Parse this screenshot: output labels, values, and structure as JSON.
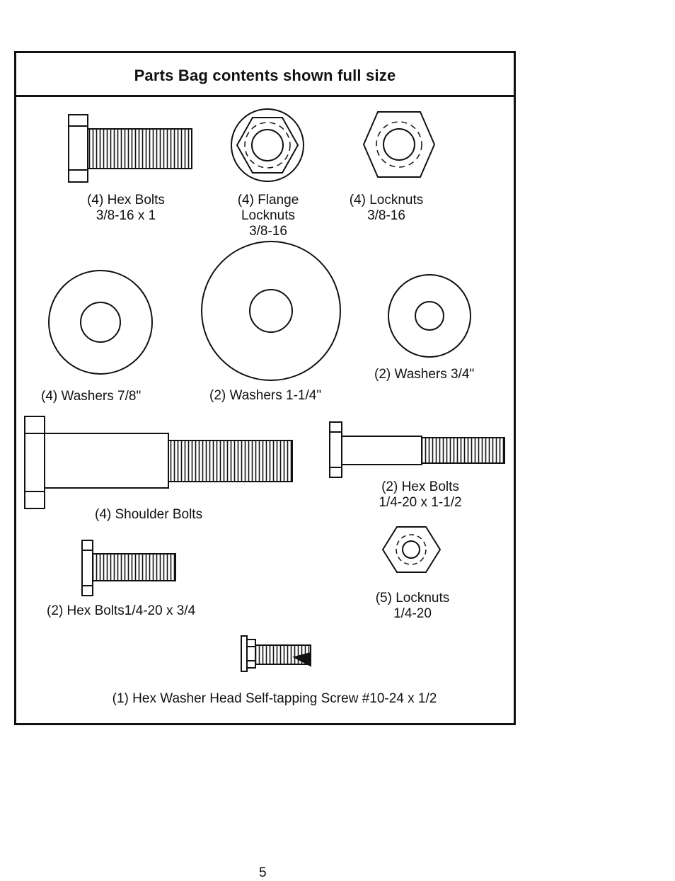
{
  "panel": {
    "title": "Parts Bag contents shown full size"
  },
  "parts": {
    "hex_bolts_38": {
      "line1": "(4) Hex Bolts",
      "line2": "3/8-16 x 1"
    },
    "flange_locknuts": {
      "line1": "(4) Flange",
      "line2": "Locknuts",
      "line3": "3/8-16"
    },
    "locknuts_38": {
      "line1": "(4) Locknuts",
      "line2": "3/8-16"
    },
    "washers_78": {
      "line1": "(4) Washers  7/8\""
    },
    "washers_114": {
      "line1": "(2) Washers 1-1/4\""
    },
    "washers_34": {
      "line1": "(2) Washers 3/4\""
    },
    "shoulder_bolts": {
      "line1": "(4) Shoulder Bolts"
    },
    "hex_bolts_14_112": {
      "line1": "(2) Hex Bolts",
      "line2": "1/4-20 x 1-1/2"
    },
    "hex_bolts_14_34": {
      "line1": "(2) Hex Bolts1/4-20 x 3/4"
    },
    "locknuts_14": {
      "line1": "(5) Locknuts",
      "line2": "1/4-20"
    },
    "screw": {
      "line1": "(1) Hex Washer Head Self-tapping Screw #10-24 x 1/2"
    }
  },
  "page": {
    "number": "5"
  }
}
